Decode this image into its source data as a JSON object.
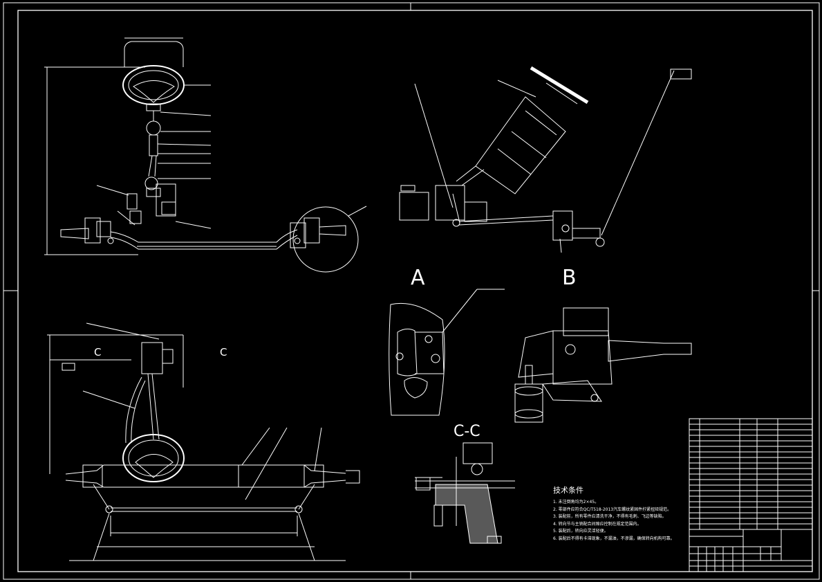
{
  "drawing": {
    "view_labels": {
      "a": "A",
      "b": "B",
      "c_left": "C",
      "c_right": "C",
      "section": "C-C"
    },
    "tech_requirements": {
      "title": "技术条件",
      "notes": [
        "1. 未注倒角均为2×45。",
        "2. 零部件应符合QC/T518-2013汽车螺纹紧固件拧紧扭矩规范。",
        "3. 装配前，所有零件应清洗干净，不得有毛刺、飞边等缺陷。",
        "4. 转向节与主销配合间隙应控制在规定范围内。",
        "5. 装配后，转向应灵活轻便。",
        "6. 装配后不得有卡滞现象，不漏油，不渗漏，确保转向机构可靠。"
      ]
    },
    "colors": {
      "background": "#000000",
      "line": "#ffffff",
      "accent_red": "#ff3030"
    }
  }
}
